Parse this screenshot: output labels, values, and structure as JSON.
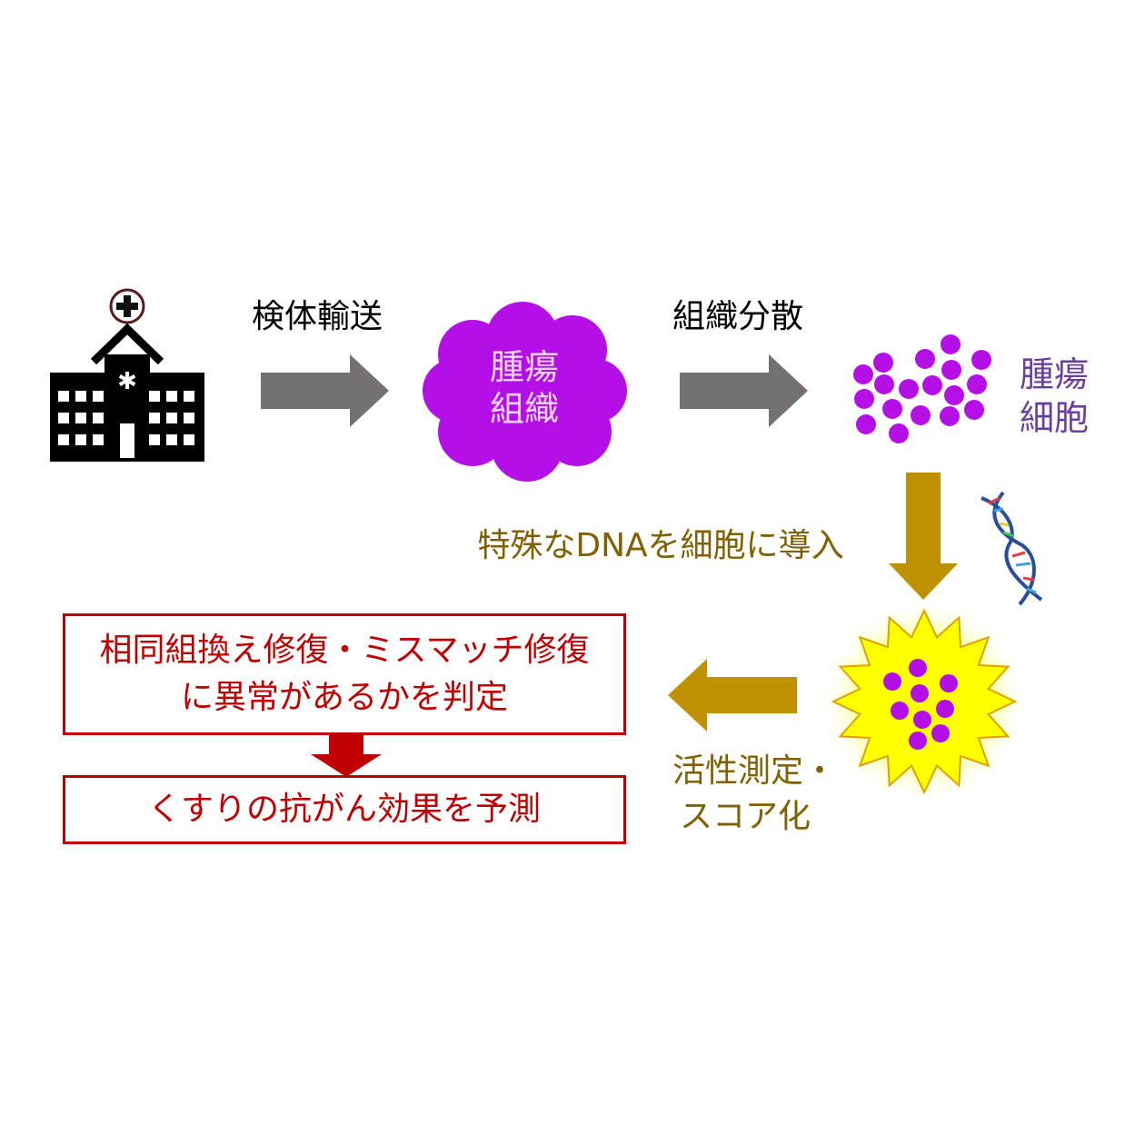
{
  "steps": {
    "transport_label": "検体輸送",
    "tumor_tissue": [
      "腫瘍",
      "組織"
    ],
    "dispersion_label": "組織分散",
    "tumor_cells": [
      "腫瘍",
      "細胞"
    ],
    "dna_intro_label": "特殊なDNAを細胞に導入",
    "activity_label": [
      "活性測定・",
      "スコア化"
    ]
  },
  "results": {
    "judgement": [
      "相同組換え修復・ミスマッチ修復",
      "に異常があるかを判定"
    ],
    "prediction": "くすりの抗がん効果を予測"
  },
  "colors": {
    "gray_arrow": "#767171",
    "purple": "#b50fe8",
    "gold": "#bf9000",
    "gold_text": "#806000",
    "red": "#c00000",
    "cell_label": "#6b3fa0"
  }
}
